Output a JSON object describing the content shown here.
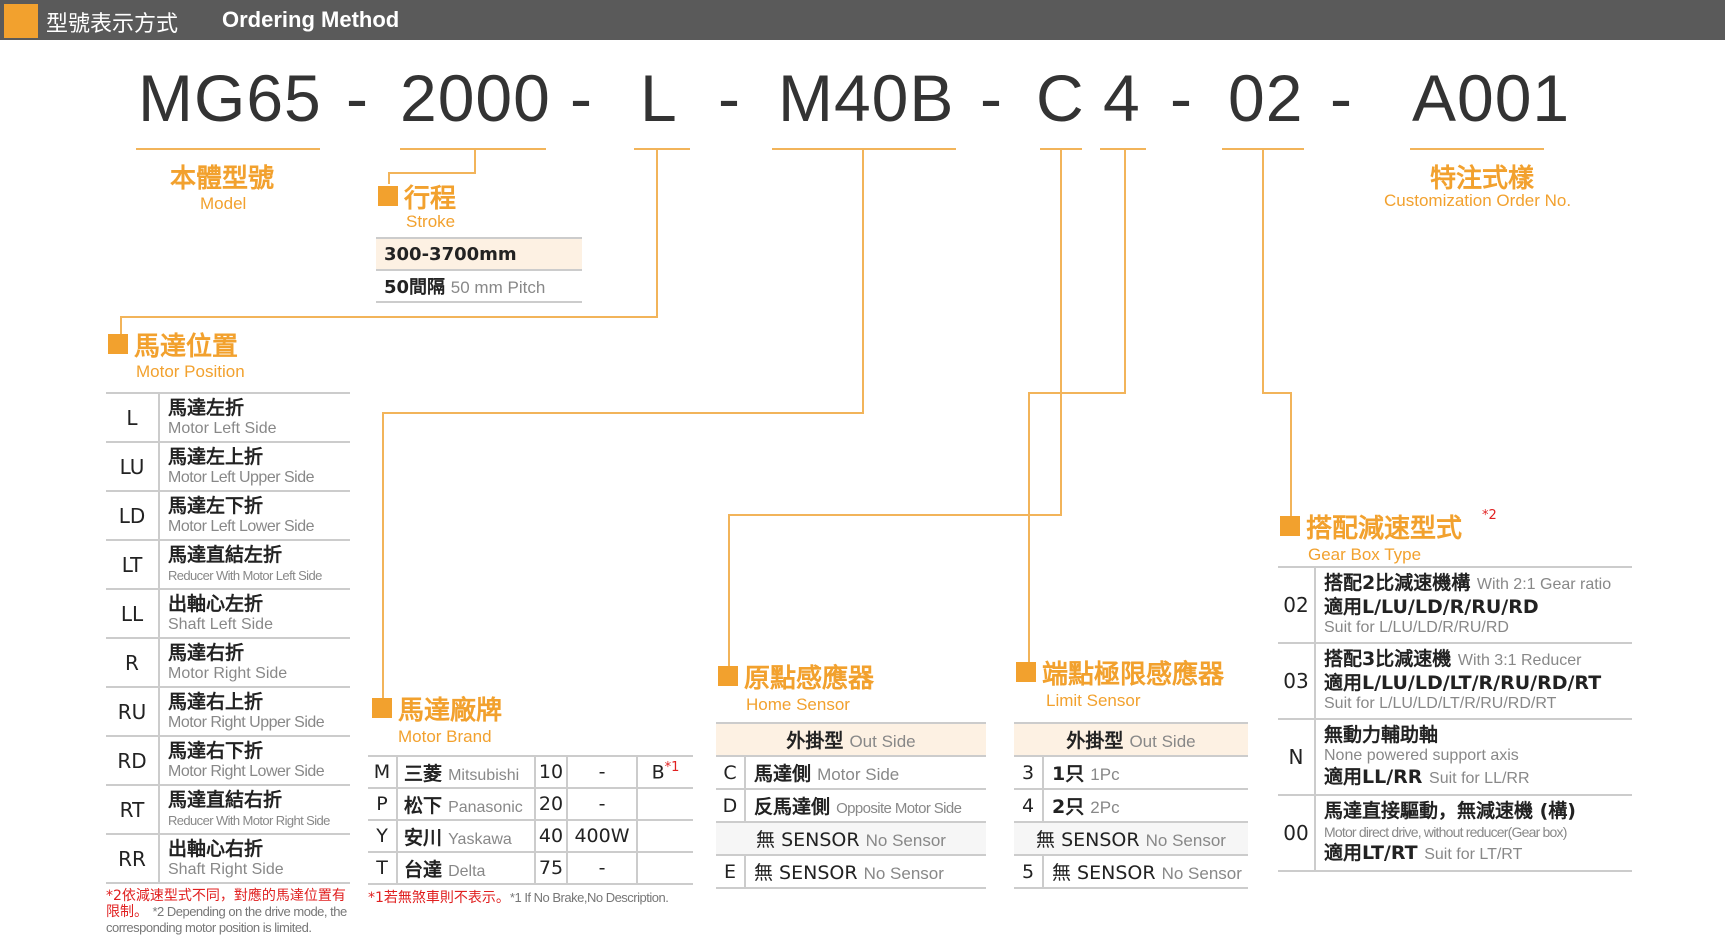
{
  "header": {
    "title_zh": "型號表示方式",
    "title_en": "Ordering Method"
  },
  "code": {
    "model": "MG65",
    "dash": "-",
    "stroke": "2000",
    "motor_position": "L",
    "brand": "M40B",
    "home": "C",
    "limit": "4",
    "gear": "02",
    "custom": "A001"
  },
  "model_block": {
    "zh": "本體型號",
    "en": "Model"
  },
  "custom_block": {
    "zh": "特注式樣",
    "en": "Customization Order No."
  },
  "stroke_block": {
    "zh": "行程",
    "en": "Stroke",
    "range": "300-3700mm",
    "pitch_zh": "50間隔",
    "pitch_en": "50 mm Pitch"
  },
  "motor_position": {
    "zh": "馬達位置",
    "en": "Motor Position",
    "rows": [
      {
        "code": "L",
        "zh": "馬達左折",
        "en": "Motor Left Side"
      },
      {
        "code": "LU",
        "zh": "馬達左上折",
        "en": "Motor Left Upper Side"
      },
      {
        "code": "LD",
        "zh": "馬達左下折",
        "en": "Motor Left Lower Side"
      },
      {
        "code": "LT",
        "zh": "馬達直結左折",
        "en": "Reducer With Motor Left Side"
      },
      {
        "code": "LL",
        "zh": "出軸心左折",
        "en": "Shaft Left Side"
      },
      {
        "code": "R",
        "zh": "馬達右折",
        "en": "Motor Right Side"
      },
      {
        "code": "RU",
        "zh": "馬達右上折",
        "en": "Motor Right Upper Side"
      },
      {
        "code": "RD",
        "zh": "馬達右下折",
        "en": "Motor Right Lower Side"
      },
      {
        "code": "RT",
        "zh": "馬達直結右折",
        "en": "Reducer With Motor Right Side"
      },
      {
        "code": "RR",
        "zh": "出軸心右折",
        "en": "Shaft Right Side"
      }
    ],
    "note_zh": "*2依減速型式不同，對應的馬達位置有限制。",
    "note_en": "*2 Depending on the drive mode, the corresponding motor position is limited."
  },
  "motor_brand": {
    "zh": "馬達廠牌",
    "en": "Motor Brand",
    "rows": [
      {
        "code": "M",
        "zh": "三菱",
        "en": "Mitsubishi",
        "watt": "10",
        "power": "-",
        "brake": "B",
        "sup": "*1"
      },
      {
        "code": "P",
        "zh": "松下",
        "en": "Panasonic",
        "watt": "20",
        "power": "-",
        "brake": "",
        "sup": ""
      },
      {
        "code": "Y",
        "zh": "安川",
        "en": "Yaskawa",
        "watt": "40",
        "power": "400W",
        "brake": "",
        "sup": ""
      },
      {
        "code": "T",
        "zh": "台達",
        "en": "Delta",
        "watt": "75",
        "power": "-",
        "brake": "",
        "sup": ""
      }
    ],
    "note_zh": "*1若無煞車則不表示。",
    "note_en": "*1 If No Brake,No Description."
  },
  "home_sensor": {
    "zh": "原點感應器",
    "en": "Home Sensor",
    "header_zh": "外掛型",
    "header_en": "Out Side",
    "rows": [
      {
        "code": "C",
        "zh": "馬達側",
        "en": "Motor Side"
      },
      {
        "code": "D",
        "zh": "反馬達側",
        "en": "Opposite Motor Side"
      }
    ],
    "none_zh": "無 SENSOR",
    "none_en": "No Sensor",
    "e_code": "E",
    "e_zh": "無 SENSOR",
    "e_en": "No Sensor"
  },
  "limit_sensor": {
    "zh": "端點極限感應器",
    "en": "Limit Sensor",
    "header_zh": "外掛型",
    "header_en": "Out Side",
    "rows": [
      {
        "code": "3",
        "zh": "1只",
        "en": "1Pc"
      },
      {
        "code": "4",
        "zh": "2只",
        "en": "2Pc"
      }
    ],
    "none_zh": "無 SENSOR",
    "none_en": "No Sensor",
    "five_code": "5",
    "five_zh": "無 SENSOR",
    "five_en": "No Sensor"
  },
  "gearbox": {
    "zh": "搭配減速型式",
    "sup": "*2",
    "en": "Gear Box Type",
    "rows": [
      {
        "code": "02",
        "l1_zh": "搭配2比減速機構",
        "l1_en": "With 2:1 Gear ratio",
        "l2": "適用L/LU/LD/R/RU/RD",
        "l3": "Suit for L/LU/LD/R/RU/RD"
      },
      {
        "code": "03",
        "l1_zh": "搭配3比減速機",
        "l1_en": "With 3:1 Reducer",
        "l2": "適用L/LU/LD/LT/R/RU/RD/RT",
        "l3": "Suit for L/LU/LD/LT/R/RU/RD/RT"
      },
      {
        "code": "N",
        "l1_zh": "無動力輔助軸",
        "l1_en": "",
        "l2_en": "None powered support axis",
        "l3_zh": "適用LL/RR",
        "l3_en": "Suit for LL/RR"
      },
      {
        "code": "00",
        "l1_zh": "馬達直接驅動，無減速機 (構)",
        "l2_en": "Motor direct drive, without reducer(Gear box)",
        "l3_zh": "適用LT/RT",
        "l3_en": "Suit for LT/RT"
      }
    ]
  },
  "colors": {
    "accent": "#f2a12e",
    "line": "#f2b45a",
    "header_bg": "#5a5a5a"
  }
}
